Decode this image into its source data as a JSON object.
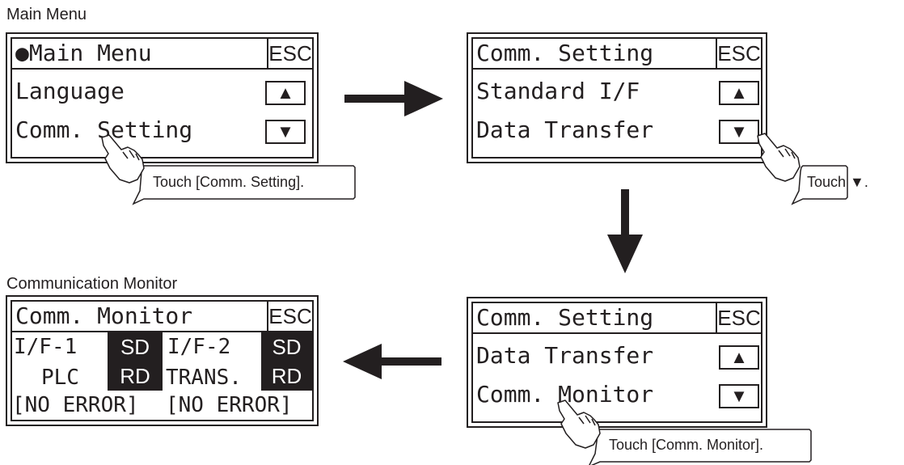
{
  "captions": {
    "main_menu": "Main Menu",
    "communication_monitor": "Communication Monitor"
  },
  "screen1": {
    "title": "●Main Menu",
    "esc": "ESC",
    "items": [
      "Language",
      "Comm. Setting"
    ],
    "up": "▲",
    "down": "▼",
    "callout": "Touch [Comm. Setting]."
  },
  "screen2": {
    "title": "Comm. Setting",
    "esc": "ESC",
    "items": [
      "Standard I/F",
      "Data Transfer"
    ],
    "up": "▲",
    "down": "▼",
    "callout": "Touch ▼."
  },
  "screen3": {
    "title": "Comm. Setting",
    "esc": "ESC",
    "items": [
      "Data Transfer",
      "Comm. Monitor"
    ],
    "up": "▲",
    "down": "▼",
    "callout": "Touch [Comm. Monitor]."
  },
  "screen4": {
    "title": "Comm. Monitor",
    "esc": "ESC",
    "if1": "I/F-1",
    "if2": "I/F-2",
    "plc": "PLC",
    "trans": "TRANS.",
    "sd": "SD",
    "rd": "RD",
    "no_error": "[NO ERROR]"
  }
}
